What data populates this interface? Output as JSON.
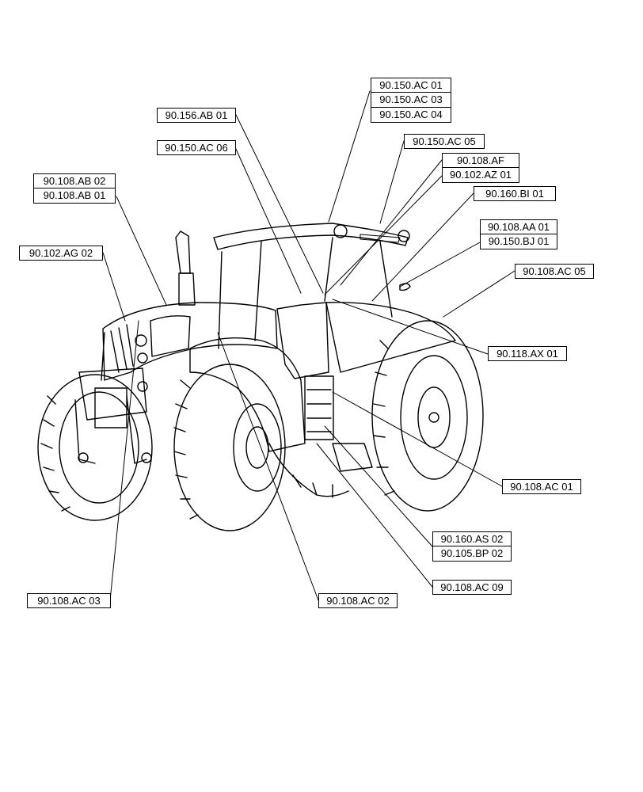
{
  "diagram": {
    "callouts": [
      {
        "id": "c1",
        "label": "90.150.AC 01"
      },
      {
        "id": "c2",
        "label": "90.150.AC 03"
      },
      {
        "id": "c3",
        "label": "90.150.AC 04"
      },
      {
        "id": "c4",
        "label": "90.156.AB 01"
      },
      {
        "id": "c5",
        "label": "90.150.AC 05"
      },
      {
        "id": "c6",
        "label": "90.150.AC 06"
      },
      {
        "id": "c7",
        "label": "90.108.AF"
      },
      {
        "id": "c8",
        "label": "90.102.AZ 01"
      },
      {
        "id": "c9",
        "label": "90.108.AB 02"
      },
      {
        "id": "c10",
        "label": "90.108.AB 01"
      },
      {
        "id": "c11",
        "label": "90.160.BI 01"
      },
      {
        "id": "c12",
        "label": "90.108.AA 01"
      },
      {
        "id": "c13",
        "label": "90.150.BJ 01"
      },
      {
        "id": "c14",
        "label": "90.102.AG 02"
      },
      {
        "id": "c15",
        "label": "90.108.AC 05"
      },
      {
        "id": "c16",
        "label": "90.118.AX 01"
      },
      {
        "id": "c17",
        "label": "90.108.AC 01"
      },
      {
        "id": "c18",
        "label": "90.160.AS 02"
      },
      {
        "id": "c19",
        "label": "90.105.BP 02"
      },
      {
        "id": "c20",
        "label": "90.108.AC 09"
      },
      {
        "id": "c21",
        "label": "90.108.AC 03"
      },
      {
        "id": "c22",
        "label": "90.108.AC 02"
      }
    ]
  }
}
